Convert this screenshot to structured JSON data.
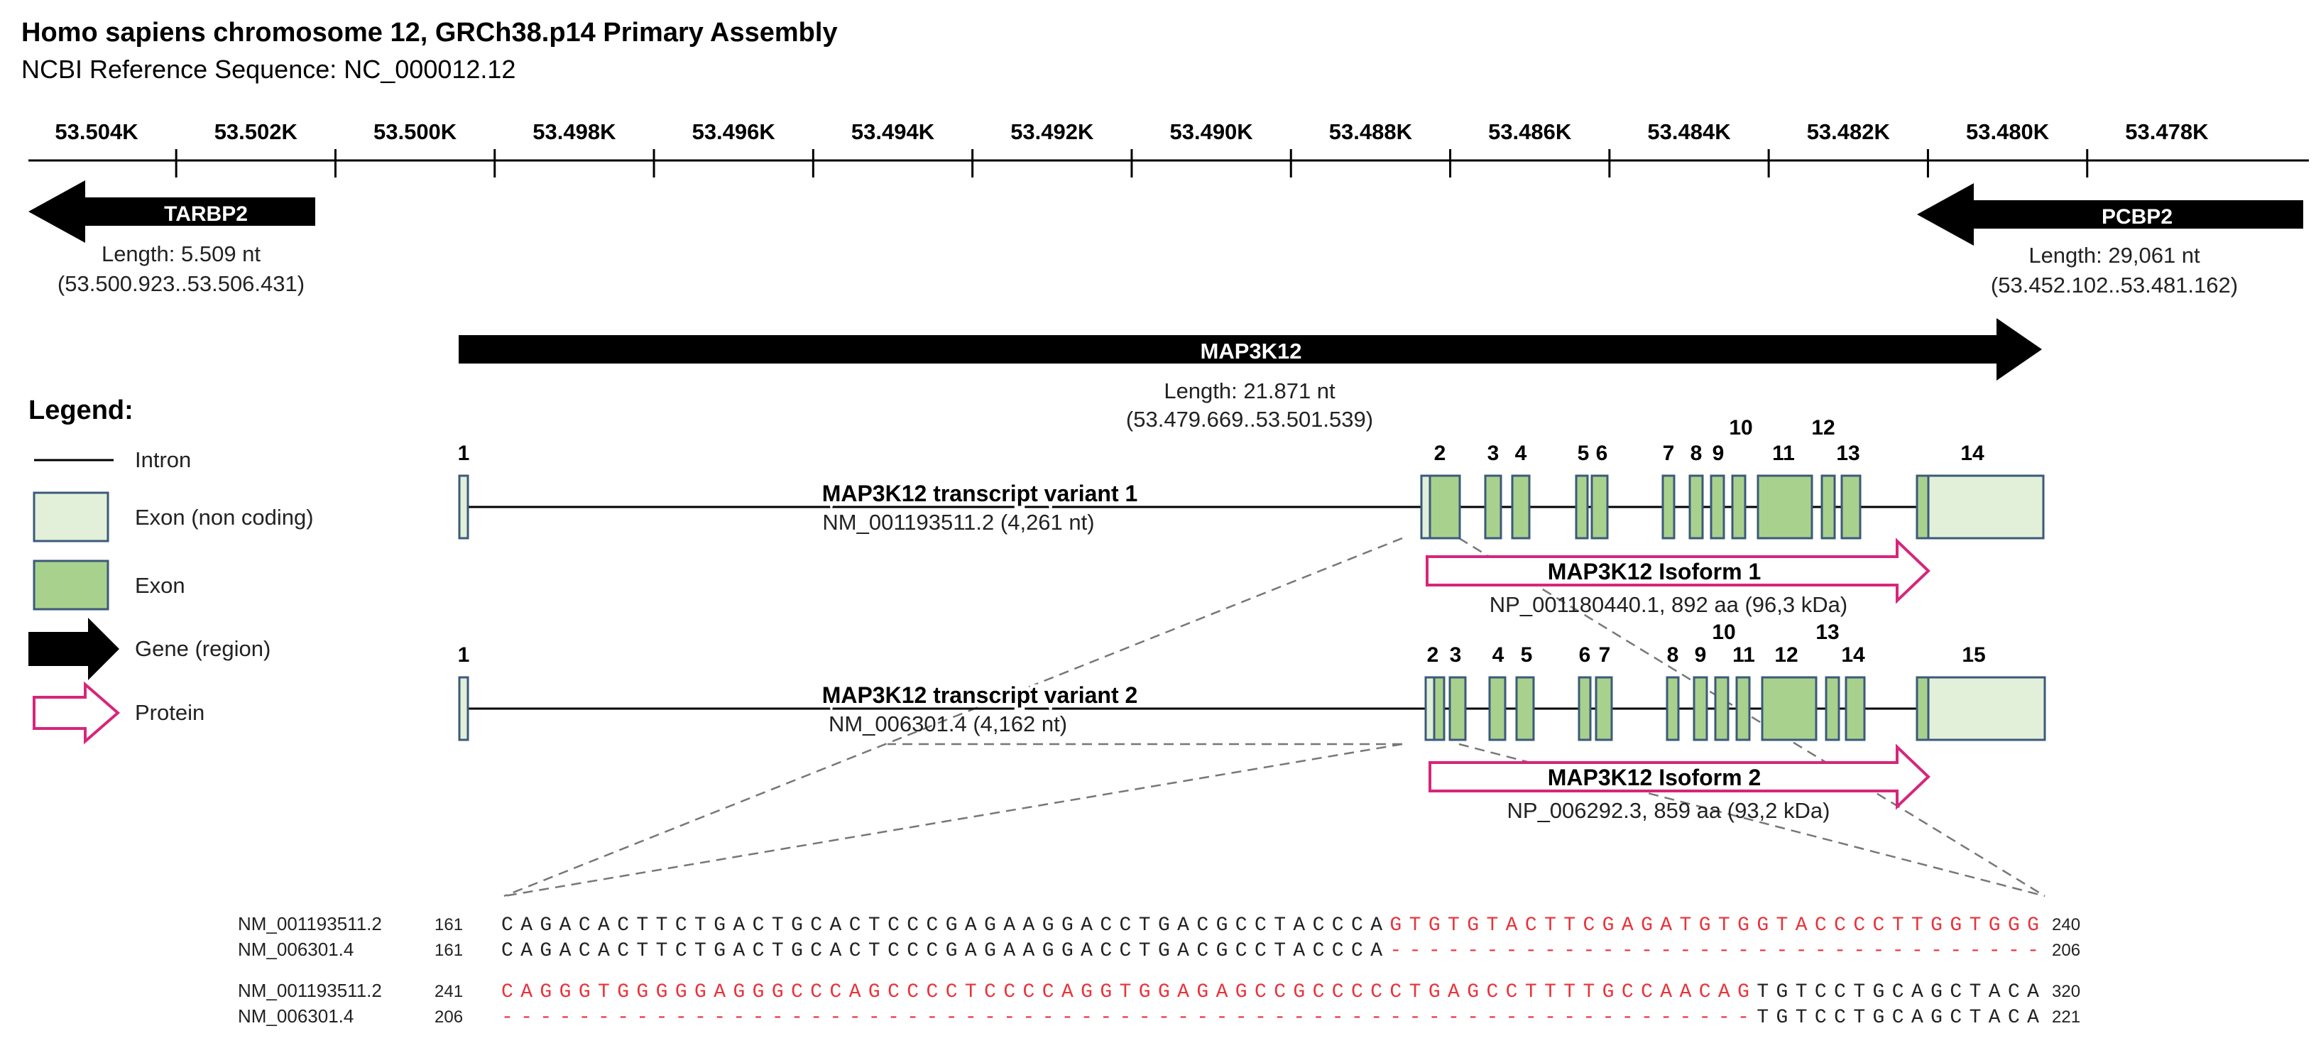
{
  "header": {
    "title": "Homo sapiens chromosome 12, GRCh38.p14 Primary Assembly",
    "subtitle": "NCBI Reference Sequence: NC_000012.12"
  },
  "ruler": {
    "ticks": [
      "53.504K",
      "53.502K",
      "53.500K",
      "53.498K",
      "53.496K",
      "53.494K",
      "53.492K",
      "53.490K",
      "53.488K",
      "53.486K",
      "53.484K",
      "53.482K",
      "53.480K",
      "53.478K"
    ]
  },
  "genes": {
    "tarbp2": {
      "name": "TARBP2",
      "length": "Length: 5.509 nt",
      "range": "(53.500.923..53.506.431)"
    },
    "pcbp2": {
      "name": "PCBP2",
      "length": "Length: 29,061 nt",
      "range": "(53.452.102..53.481.162)"
    },
    "map3k12": {
      "name": "MAP3K12",
      "length": "Length: 21.871 nt",
      "range": "(53.479.669..53.501.539)"
    }
  },
  "legend": {
    "title": "Legend:",
    "intron": "Intron",
    "exon_noncoding": "Exon (non coding)",
    "exon": "Exon",
    "gene": "Gene (region)",
    "protein": "Protein"
  },
  "colors": {
    "exon_fill": "#a9d18e",
    "noncoding_fill": "#e2f0d9",
    "exon_stroke": "#3b5a7a",
    "protein_stroke": "#d6267b",
    "mismatch_text": "#e8333a"
  },
  "variant1": {
    "name": "MAP3K12 transcript variant 1",
    "accession": "NM_001193511.2 (4,261 nt)",
    "exon_labels": [
      "1",
      "2",
      "3",
      "4",
      "5",
      "6",
      "7",
      "8",
      "9",
      "10",
      "11",
      "12",
      "13",
      "14"
    ],
    "isoform": {
      "name": "MAP3K12 Isoform 1",
      "info": "NP_001180440.1, 892 aa (96,3 kDa)"
    }
  },
  "variant2": {
    "name": "MAP3K12 transcript variant 2",
    "accession": "NM_006301.4 (4,162 nt)",
    "exon_labels": [
      "1",
      "2",
      "3",
      "4",
      "5",
      "6",
      "7",
      "8",
      "9",
      "10",
      "11",
      "12",
      "13",
      "14",
      "15"
    ],
    "isoform": {
      "name": "MAP3K12 Isoform 2",
      "info": "NP_006292.3, 859 aa (93,2 kDa)"
    }
  },
  "alignment": {
    "block1": {
      "row1": {
        "label": "NM_001193511.2",
        "start": "161",
        "black": "CAGACACTTCTGACTGCACTCCCGAGAAGGACCTGACGCCTACCCA",
        "red": "GTGTGTACTTCGAGATGTGGTACCCCTTGGTGGG",
        "end": "240"
      },
      "row2": {
        "label": "NM_006301.4",
        "start": "161",
        "black": "CAGACACTTCTGACTGCACTCCCGAGAAGGACCTGACGCCTACCCA",
        "red": "----------------------------------",
        "end": "206"
      }
    },
    "block2": {
      "row1": {
        "label": "NM_001193511.2",
        "start": "241",
        "red": "CAGGGTGGGGGAGGGCCCAGCCCCTCCCCAGGTGGAGAGCCGCCCCCTGAGCCTTTTGCCAACAG",
        "black": "TGTCCTGCAGCTACA",
        "end": "320"
      },
      "row2": {
        "label": "NM_006301.4",
        "start": "206",
        "red": "-----------------------------------------------------------------",
        "black": "TGTCCTGCAGCTACA",
        "end": "221"
      }
    }
  }
}
